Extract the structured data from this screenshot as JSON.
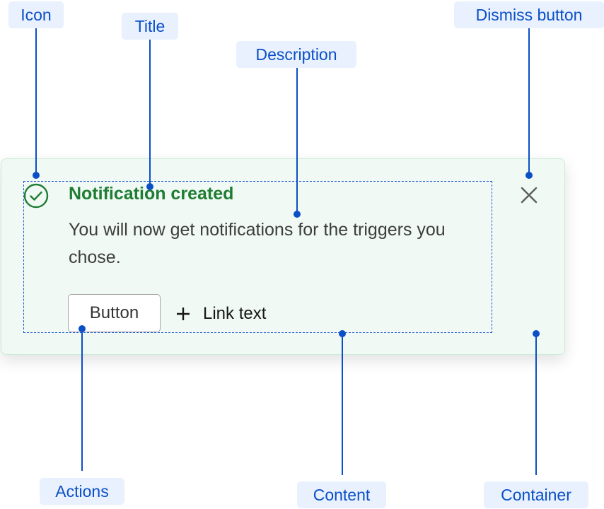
{
  "callouts": {
    "icon": "Icon",
    "title": "Title",
    "description": "Description",
    "dismiss_button": "Dismiss button",
    "actions": "Actions",
    "content": "Content",
    "container": "Container"
  },
  "notification": {
    "status_icon": "checkmark-circle-icon",
    "title": "Notification created",
    "description": "You will now get notifications for the triggers you chose.",
    "button_label": "Button",
    "link_icon": "plus-icon",
    "link_label": "Link text",
    "dismiss_icon": "close-icon"
  },
  "colors": {
    "label_text": "#0b4fc7",
    "label_background": "#e8f1fd",
    "success_green": "#1e7d33",
    "container_background": "#f0f9f3",
    "container_border": "#c9ecd6"
  }
}
